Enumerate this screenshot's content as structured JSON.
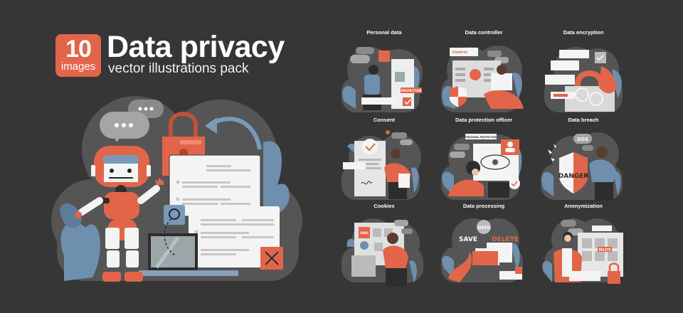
{
  "header": {
    "badge_number": "10",
    "badge_label": "images",
    "title": "Data privacy",
    "subtitle": "vector illustrations pack"
  },
  "colors": {
    "background": "#363636",
    "accent_orange": "#e2654a",
    "cloud_gray": "#555555",
    "leaf_blue": "#6e8fae",
    "paper_white": "#f4f4f4"
  },
  "hero": {
    "name": "Data privacy robot illustration",
    "elements": [
      "speech-bubbles",
      "robot",
      "padlock",
      "documents",
      "magnifier",
      "laptop",
      "close-x",
      "refresh-arrow",
      "leaves"
    ]
  },
  "tiles": [
    {
      "caption": "Personal data",
      "labels": [
        "PROTECTION"
      ]
    },
    {
      "caption": "Data controller",
      "labels": [
        "Control"
      ]
    },
    {
      "caption": "Data encryption",
      "labels": []
    },
    {
      "caption": "Consent",
      "labels": []
    },
    {
      "caption": "Data protection officer",
      "labels": [
        "PERSONAL PROTECTION"
      ]
    },
    {
      "caption": "Data breach",
      "labels": [
        "SOS",
        "DANGER"
      ]
    },
    {
      "caption": "Cookies",
      "labels": [
        "SAVE"
      ]
    },
    {
      "caption": "Data processing",
      "labels": [
        "DATA",
        "SAVE",
        "DELETE"
      ]
    },
    {
      "caption": "Anonymization",
      "labels": [
        "DELETE"
      ]
    }
  ]
}
